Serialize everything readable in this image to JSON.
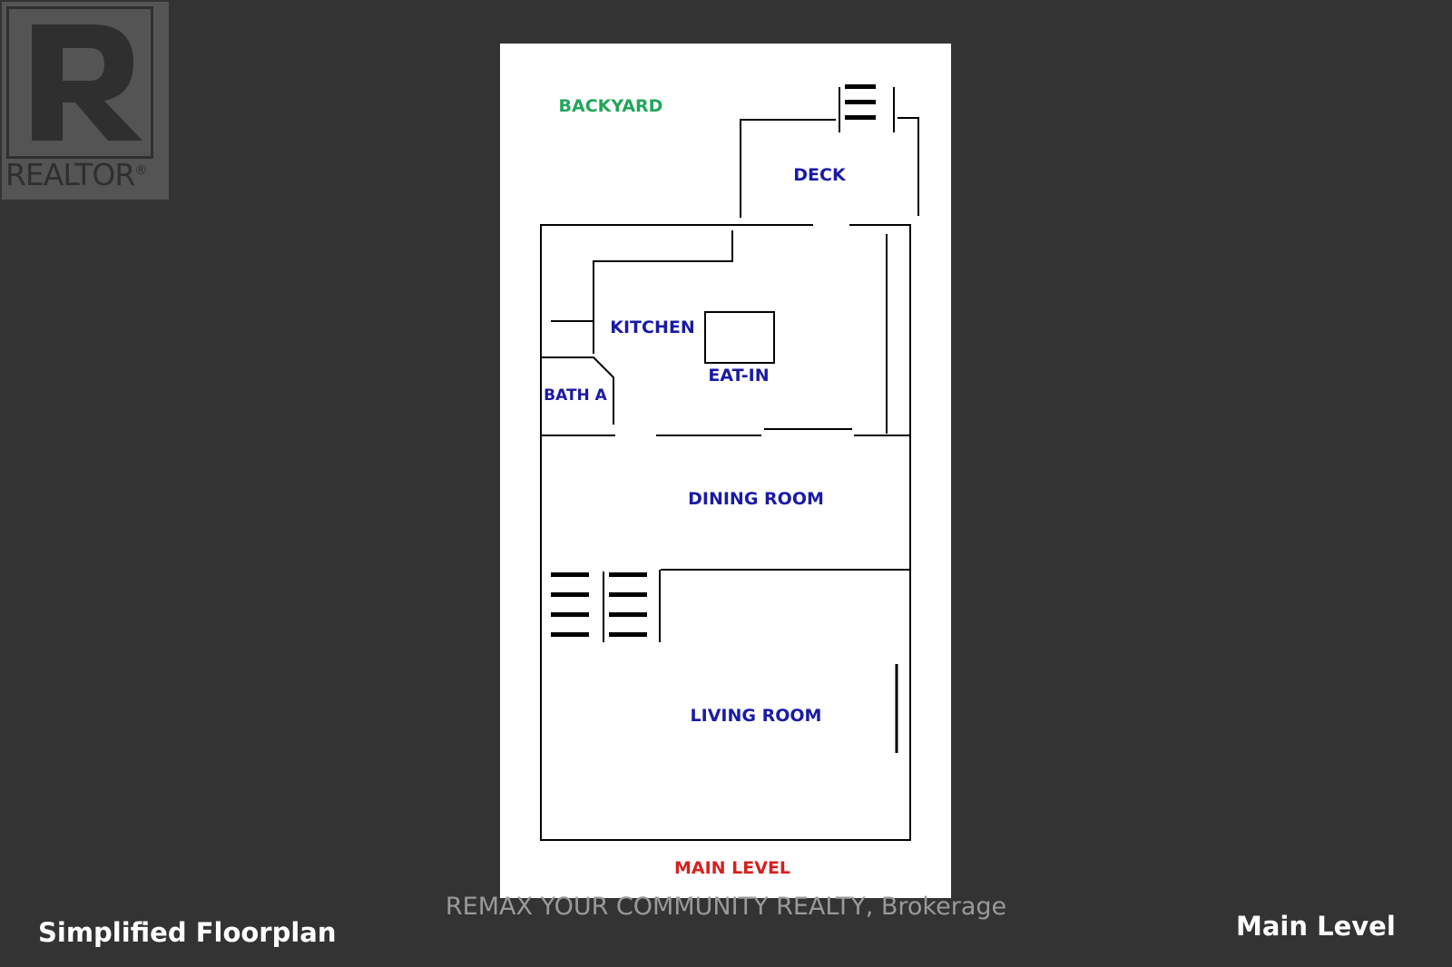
{
  "logo": {
    "text": "REALTOR",
    "mark": "®",
    "icon": "realtor-r-icon"
  },
  "plan": {
    "labels": {
      "backyard": "BACKYARD",
      "deck": "DECK",
      "kitchen": "KITCHEN",
      "eat_in": "EAT-IN",
      "bath": "BATH A",
      "dining": "DINING ROOM",
      "living": "LIVING ROOM",
      "level": "MAIN LEVEL"
    }
  },
  "watermark": "REMAX YOUR COMMUNITY REALTY, Brokerage",
  "captions": {
    "left": "Simplified Floorplan",
    "right": "Main Level"
  },
  "colors": {
    "room_label": "#1a1aa6",
    "backyard_label": "#22a55a",
    "level_label": "#d62020",
    "background": "#333333",
    "sheet": "#ffffff"
  }
}
